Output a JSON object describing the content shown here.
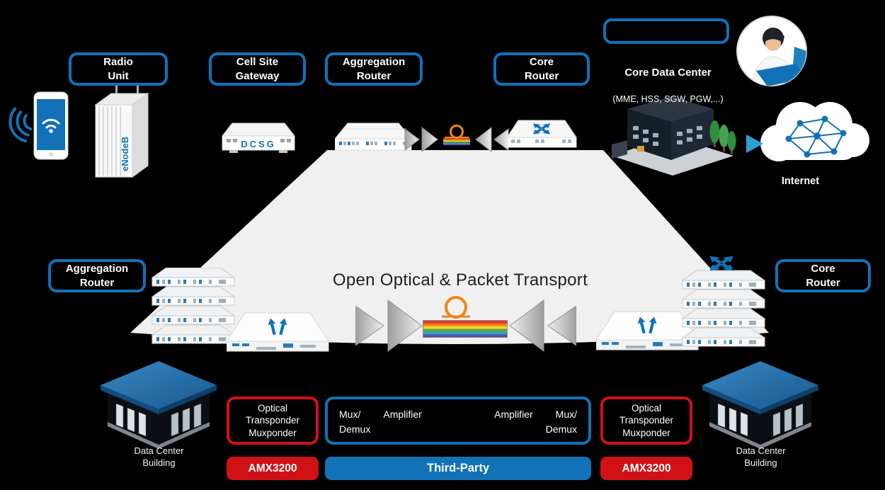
{
  "title": "Open Optical & Packet Transport",
  "colors": {
    "accent_blue": "#1172b8",
    "accent_red": "#d01217",
    "fiber_orange": "#f08519",
    "funnel_gray": "#f0f0f0",
    "background": "#000000"
  },
  "icons": {
    "wifi": "wifi-arcs",
    "fiber_spool": "orange-ring",
    "amplifier": "gray-triangle",
    "router": "cross-arrows",
    "transponder": "up-arrows",
    "internet": "cloud-network-graph",
    "play": "right-triangle"
  },
  "nodes": {
    "radio_unit": {
      "label": "Radio\nUnit"
    },
    "cell_site_gateway": {
      "label": "Cell Site\nGateway"
    },
    "aggregation_router_top": {
      "label": "Aggregation\nRouter"
    },
    "core_router_top": {
      "label": "Core\nRouter"
    },
    "core_data_center": {
      "title": "Core Data Center",
      "subtitle": "(MME, HSS, SGW, PGW,...)"
    },
    "internet": {
      "label": "Internet"
    },
    "aggregation_router_left": {
      "label": "Aggregation\nRouter"
    },
    "core_router_right": {
      "label": "Core\nRouter"
    },
    "data_center_left": {
      "label": "Data Center\nBuilding"
    },
    "data_center_right": {
      "label": "Data Center\nBuilding"
    }
  },
  "devices": {
    "enodeb": "eNodeB",
    "dcsg": "DCSG"
  },
  "bottom": {
    "transponder_left": {
      "label": "Optical\nTransponder\nMuxponder"
    },
    "transponder_right": {
      "label": "Optical\nTransponder\nMuxponder"
    },
    "third_party_box": {
      "mux_demux_left": "Mux/\nDemux",
      "amplifier_left": "Amplifier",
      "amplifier_right": "Amplifier",
      "mux_demux_right": "Mux/\nDemux"
    },
    "amx3200_left": "AMX3200",
    "third_party": "Third-Party",
    "amx3200_right": "AMX3200"
  }
}
